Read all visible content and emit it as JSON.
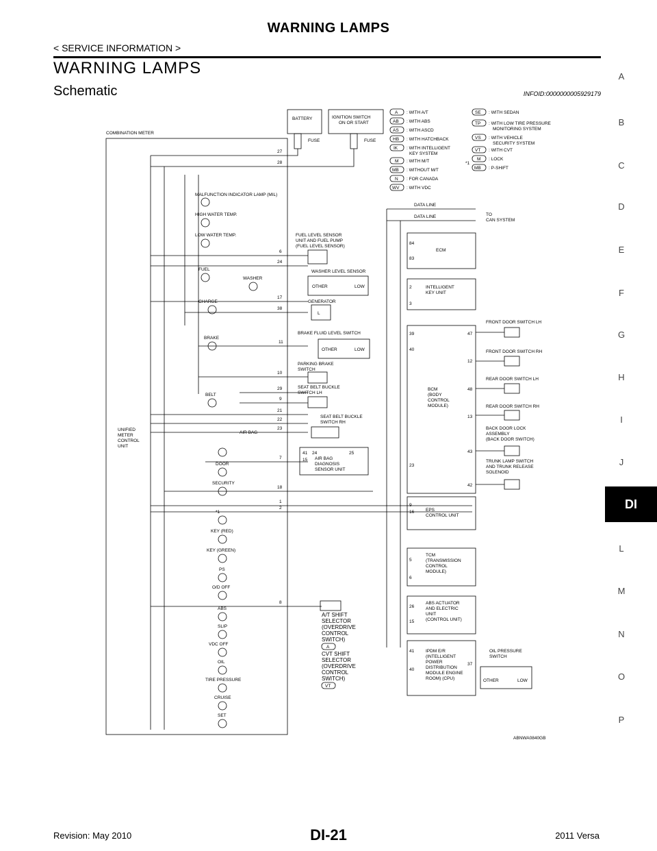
{
  "header": {
    "title": "WARNING LAMPS",
    "subtitle": "< SERVICE INFORMATION >"
  },
  "section": {
    "title": "WARNING LAMPS",
    "subtitle": "Schematic",
    "info_id": "INFOID:0000000005929179"
  },
  "index": {
    "letters": [
      "A",
      "B",
      "C",
      "D",
      "E",
      "F",
      "G",
      "H",
      "I",
      "J",
      "L",
      "M",
      "N",
      "O",
      "P"
    ],
    "active": "DI"
  },
  "footer": {
    "revision": "Revision: May 2010",
    "page": "DI-21",
    "model": "2011 Versa"
  },
  "diagram": {
    "figure_id": "ABNWA0840GB",
    "power": {
      "battery": "BATTERY",
      "ignition": "IGNITION SWITCH ON OR START",
      "fuse": "FUSE"
    },
    "combination_meter": "COMBINATION METER",
    "unified_unit": "UNIFIED METER CONTROL UNIT",
    "legend_left": [
      {
        "code": "A",
        "text": ": WITH A/T"
      },
      {
        "code": "AB",
        "text": ": WITH ABS"
      },
      {
        "code": "AS",
        "text": ": WITH ASCD"
      },
      {
        "code": "HB",
        "text": ": WITH HATCHBACK"
      },
      {
        "code": "IK",
        "text": ": WITH INTELLIGENT KEY SYSTEM"
      },
      {
        "code": "M",
        "text": ": WITH M/T"
      },
      {
        "code": "MB",
        "text": ": WITHOUT M/T"
      },
      {
        "code": "N",
        "text": ": FOR CANADA"
      },
      {
        "code": "WV",
        "text": ": WITH VDC"
      }
    ],
    "legend_right": [
      {
        "code": "SE",
        "text": ": WITH SEDAN"
      },
      {
        "code": "TP",
        "text": ": WITH LOW TIRE PRESSURE MONITORING SYSTEM"
      },
      {
        "code": "VS",
        "text": ": WITH VEHICLE SECURITY SYSTEM"
      },
      {
        "code": "VT",
        "text": ": WITH CVT"
      },
      {
        "code": "M",
        "text": ": LOCK"
      },
      {
        "code": "MB",
        "text": ": P-SHIFT"
      }
    ],
    "legend_note": "*1",
    "meter_lamps": [
      "MALFUNCTION INDICATOR LAMP (MIL)",
      "HIGH WATER TEMP.",
      "LOW WATER TEMP.",
      "FUEL",
      "WASHER",
      "CHARGE",
      "BRAKE",
      "BELT",
      "AIR BAG",
      "DOOR",
      "SECURITY",
      "*1",
      "KEY (RED)",
      "KEY (GREEN)",
      "PS",
      "O/D OFF",
      "ABS",
      "SLIP",
      "VDC OFF",
      "OIL",
      "TIRE PRESSURE",
      "CRUISE",
      "SET"
    ],
    "terminals": [
      "27",
      "28",
      "6",
      "24",
      "17",
      "38",
      "11",
      "10",
      "29",
      "9",
      "21",
      "22",
      "23",
      "7",
      "18",
      "1",
      "2",
      "8"
    ],
    "components": {
      "fuel_sensor": "FUEL LEVEL SENSOR UNIT AND FUEL PUMP (FUEL LEVEL SENSOR)",
      "washer_sensor": "WASHER LEVEL SENSOR",
      "generator": "GENERATOR",
      "brake_fluid": "BRAKE FLUID LEVEL SWITCH",
      "parking_brake": "PARKING BRAKE SWITCH",
      "seat_lh": "SEAT BELT BUCKLE SWITCH LH",
      "seat_rh": "SEAT BELT BUCKLE SWITCH RH",
      "airbag_unit": "AIR BAG DIAGNOSIS SENSOR UNIT",
      "ecm": "ECM",
      "ikey": "INTELLIGENT KEY UNIT",
      "bcm": "BCM (BODY CONTROL MODULE)",
      "eps": "EPS CONTROL UNIT",
      "tcm": "TCM (TRANSMISSION CONTROL MODULE)",
      "abs": "ABS ACTUATOR AND ELECTRIC UNIT (CONTROL UNIT)",
      "ipdm": "IPDM E/R (INTELLIGENT POWER DISTRIBUTION MODULE ENGINE ROOM) (CPU)",
      "at_shift": "A/T SHIFT SELECTOR (OVERDRIVE CONTROL SWITCH)",
      "cvt_shift": "CVT SHIFT SELECTOR (OVERDRIVE CONTROL SWITCH)",
      "oil_pressure": "OIL PRESSURE SWITCH",
      "other": "OTHER",
      "low": "LOW",
      "data_line": "DATA LINE",
      "to_can": "TO CAN SYSTEM"
    },
    "door_switches": [
      "FRONT DOOR SWITCH LH",
      "FRONT DOOR SWITCH RH",
      "REAR DOOR SWITCH LH",
      "REAR DOOR SWITCH RH",
      "BACK DOOR LOCK ASSEMBLY (BACK DOOR SWITCH)",
      "TRUNK LAMP SWITCH AND TRUNK RELEASE SOLENOID"
    ],
    "pins": {
      "ecm": [
        "84",
        "83"
      ],
      "ikey": [
        "2",
        "3"
      ],
      "bcm_left": [
        "39",
        "40",
        "23"
      ],
      "bcm_right": [
        "47",
        "12",
        "48",
        "13",
        "43",
        "42"
      ],
      "eps": [
        "9",
        "16"
      ],
      "tcm": [
        "5",
        "6"
      ],
      "abs": [
        "26",
        "15"
      ],
      "ipdm": [
        "41",
        "40",
        "37"
      ],
      "airbag": [
        "41",
        "15",
        "24",
        "25"
      ]
    }
  }
}
